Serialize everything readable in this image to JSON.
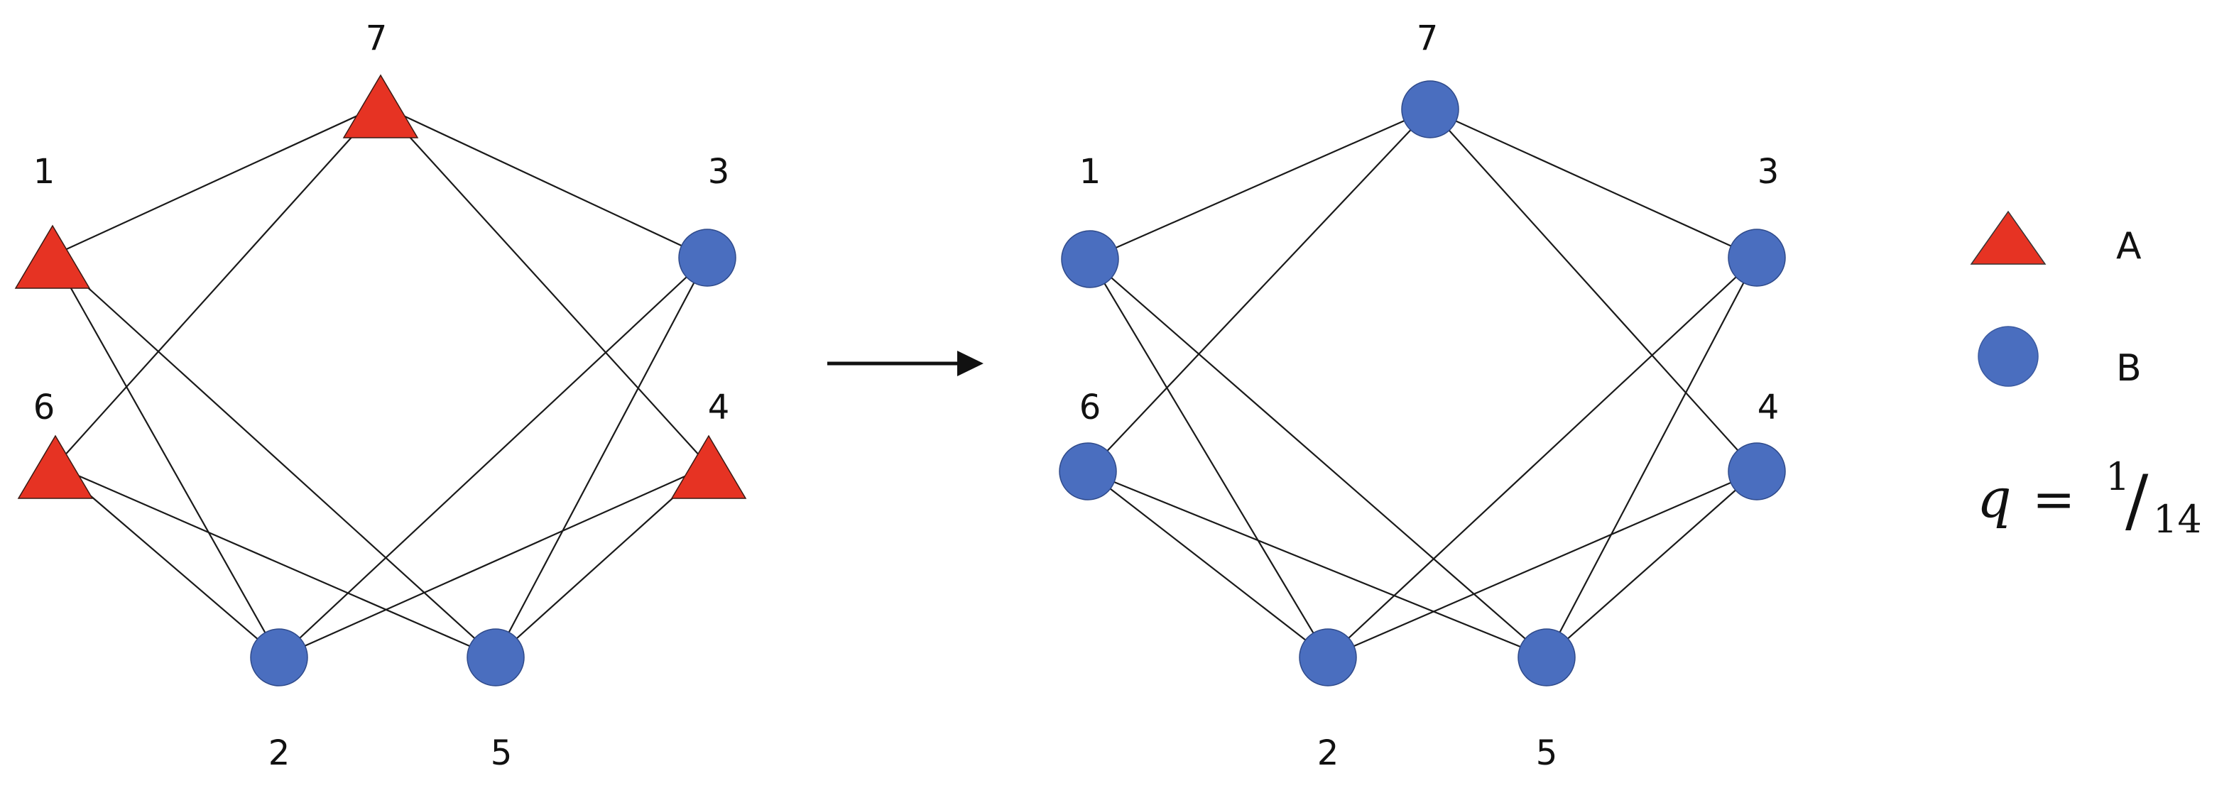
{
  "colors": {
    "A": "#e63323",
    "B": "#4a6ebf",
    "edge": "#1a1a1a"
  },
  "graphs": [
    {
      "id": "before",
      "nodes": [
        {
          "id": "1",
          "label": "1",
          "type": "A"
        },
        {
          "id": "7",
          "label": "7",
          "type": "A"
        },
        {
          "id": "3",
          "label": "3",
          "type": "B"
        },
        {
          "id": "6",
          "label": "6",
          "type": "A"
        },
        {
          "id": "4",
          "label": "4",
          "type": "A"
        },
        {
          "id": "2",
          "label": "2",
          "type": "B"
        },
        {
          "id": "5",
          "label": "5",
          "type": "B"
        }
      ]
    },
    {
      "id": "after",
      "nodes": [
        {
          "id": "1",
          "label": "1",
          "type": "B"
        },
        {
          "id": "7",
          "label": "7",
          "type": "B"
        },
        {
          "id": "3",
          "label": "3",
          "type": "B"
        },
        {
          "id": "6",
          "label": "6",
          "type": "B"
        },
        {
          "id": "4",
          "label": "4",
          "type": "B"
        },
        {
          "id": "2",
          "label": "2",
          "type": "B"
        },
        {
          "id": "5",
          "label": "5",
          "type": "B"
        }
      ]
    }
  ],
  "edges": [
    [
      "1",
      "7"
    ],
    [
      "1",
      "2"
    ],
    [
      "1",
      "5"
    ],
    [
      "7",
      "6"
    ],
    [
      "7",
      "3"
    ],
    [
      "7",
      "4"
    ],
    [
      "3",
      "2"
    ],
    [
      "3",
      "5"
    ],
    [
      "6",
      "2"
    ],
    [
      "6",
      "5"
    ],
    [
      "4",
      "2"
    ],
    [
      "4",
      "5"
    ]
  ],
  "legend": {
    "items": [
      {
        "shape": "triangle",
        "label": "A"
      },
      {
        "shape": "circle",
        "label": "B"
      }
    ],
    "equation": {
      "var": "q",
      "eq": "=",
      "num": "1",
      "slash": "/",
      "den": "14"
    }
  }
}
